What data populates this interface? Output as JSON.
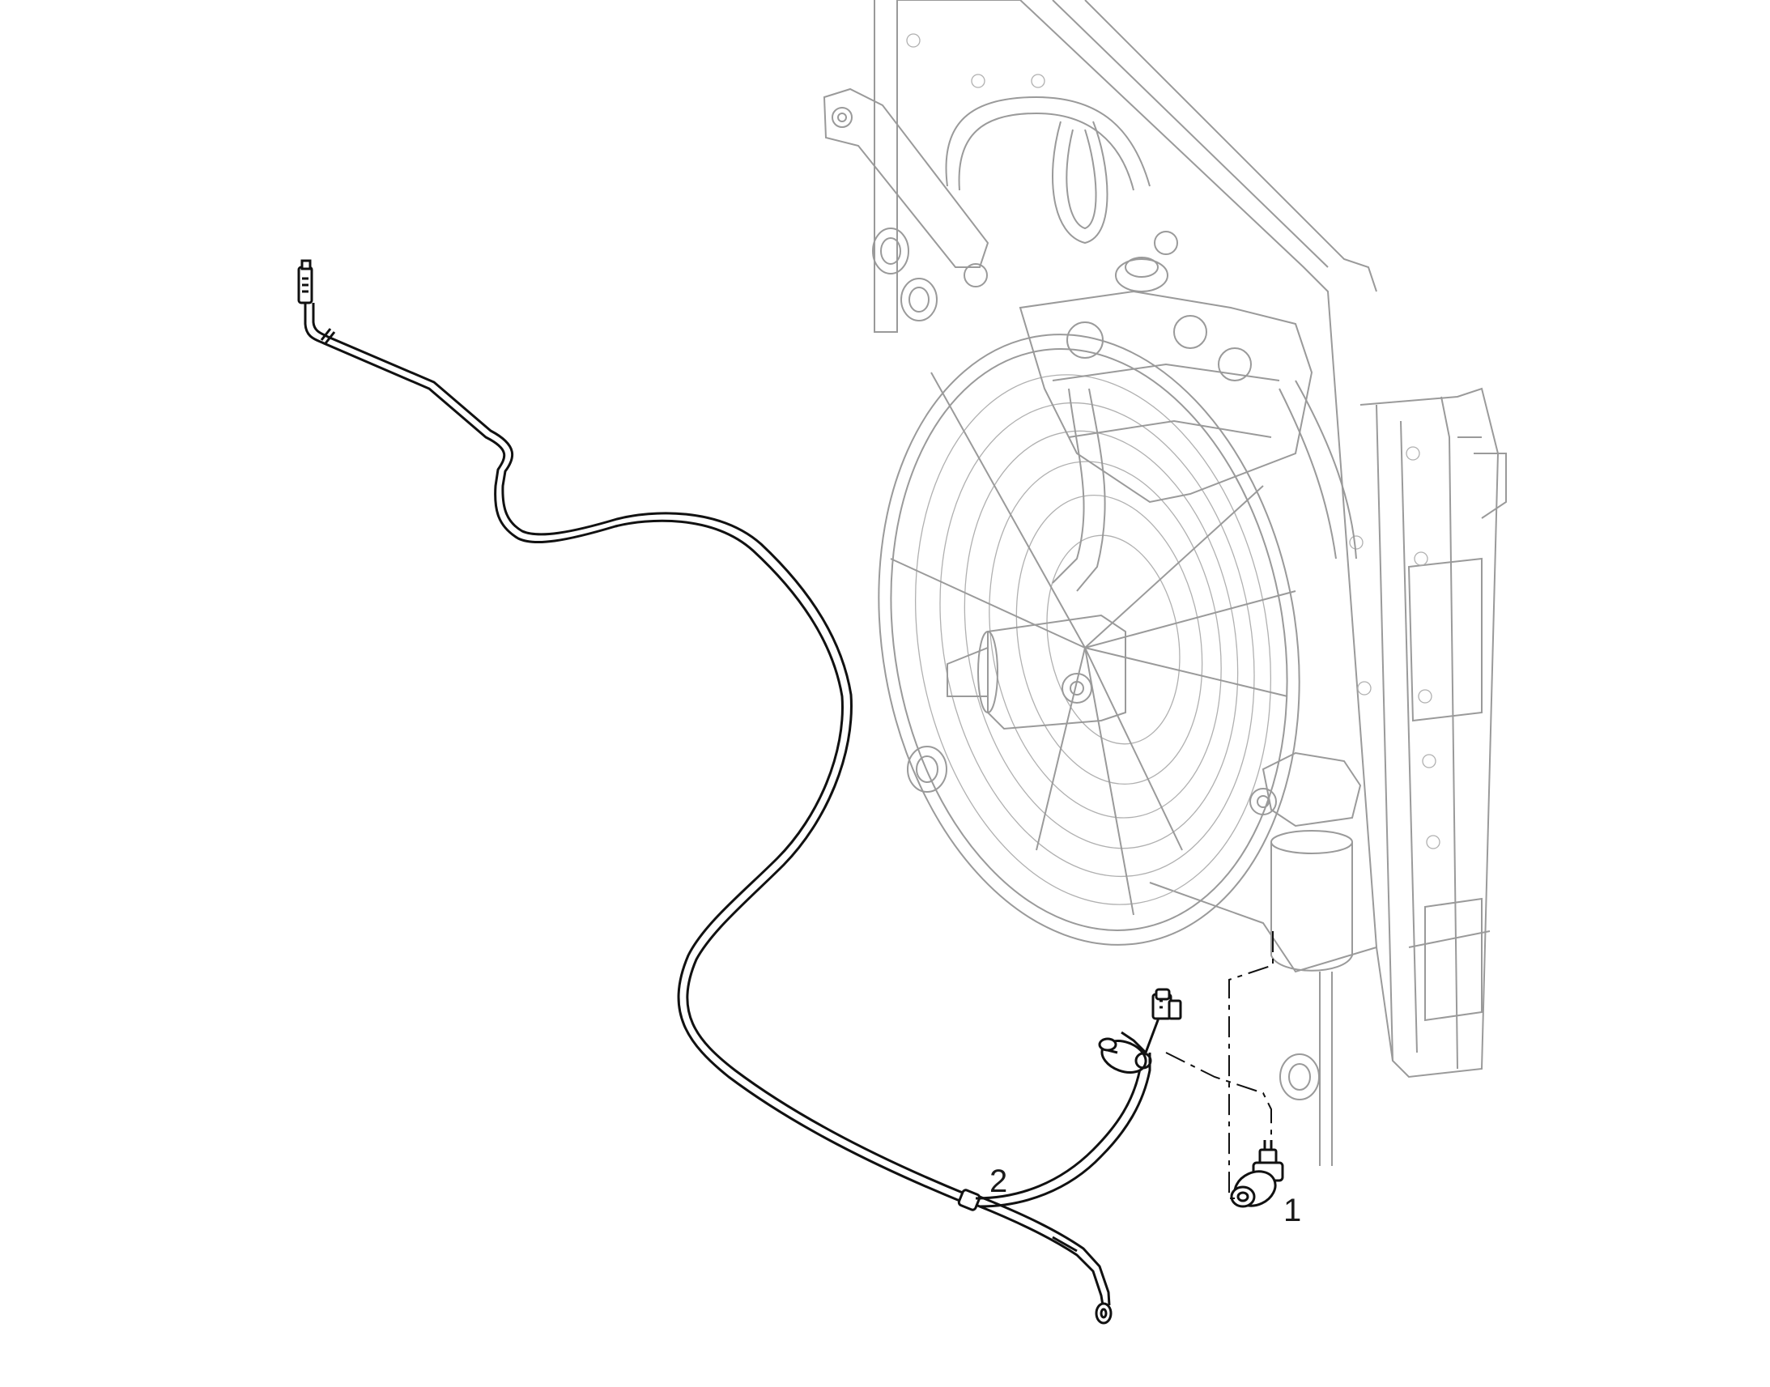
{
  "callouts": [
    {
      "id": "1",
      "text": "1"
    },
    {
      "id": "2",
      "text": "2"
    }
  ],
  "colors": {
    "background": "#ffffff",
    "highlighted_parts": "#111111",
    "context_parts": "#9a9a9a"
  }
}
